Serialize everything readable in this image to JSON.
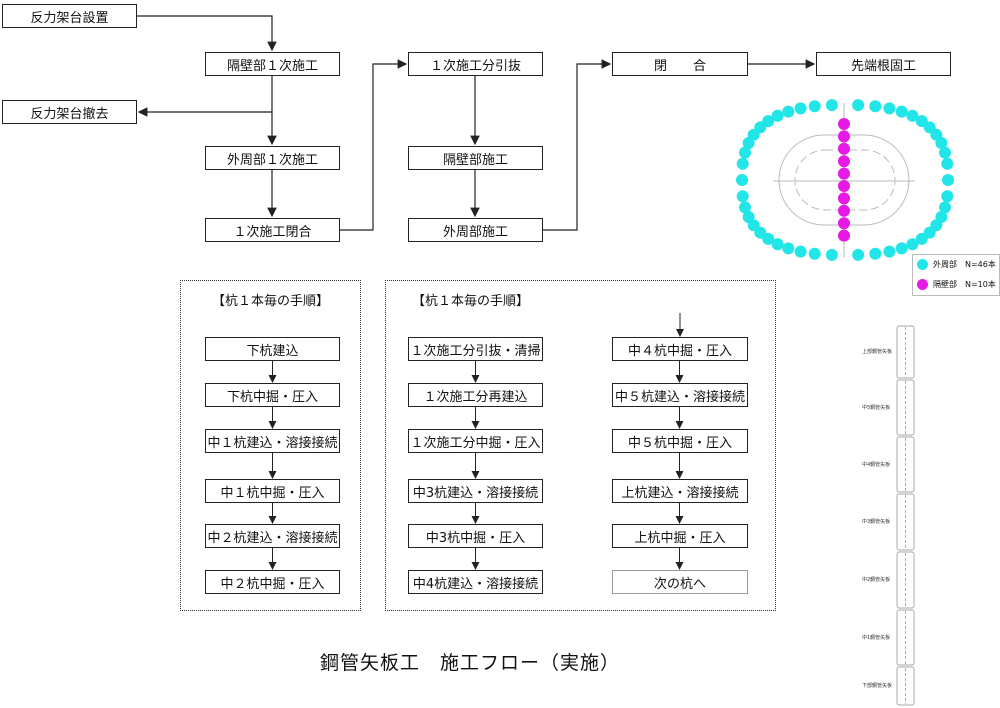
{
  "flow": {
    "reaction_setup": "反力架台設置",
    "partition_first": "隔壁部１次施工",
    "reaction_remove": "反力架台撤去",
    "outer_first": "外周部１次施工",
    "first_close": "１次施工閉合",
    "first_pull": "１次施工分引抜",
    "partition": "隔壁部施工",
    "outer": "外周部施工",
    "close": "閉　　合",
    "tip_fix": "先端根固工"
  },
  "left_panel": {
    "header": "【杭１本毎の手順】",
    "steps": [
      "下杭建込",
      "下杭中掘・圧入",
      "中１杭建込・溶接接続",
      "中１杭中掘・圧入",
      "中２杭建込・溶接接続",
      "中２杭中掘・圧入"
    ]
  },
  "right_panel": {
    "header": "【杭１本毎の手順】",
    "col1": [
      "１次施工分引抜・清掃",
      "１次施工分再建込",
      "１次施工分中掘・圧入",
      "中3杭建込・溶接接続",
      "中3杭中掘・圧入",
      "中4杭建込・溶接接続"
    ],
    "col2": [
      "中４杭中掘・圧入",
      "中５杭建込・溶接接続",
      "中５杭中掘・圧入",
      "上杭建込・溶接接続",
      "上杭中掘・圧入",
      "次の杭へ"
    ]
  },
  "plan": {
    "outer_count": 46,
    "partition_count": 10,
    "outer_color": "#22e5e8",
    "partition_color": "#e619e6",
    "legend": [
      {
        "label": "外周部　N=46本"
      },
      {
        "label": "隔壁部　N=10本"
      }
    ]
  },
  "pile_segments": [
    "上部鋼管矢板",
    "中5鋼管矢板",
    "中4鋼管矢板",
    "中3鋼管矢板",
    "中2鋼管矢板",
    "中1鋼管矢板",
    "下部鋼管矢板"
  ],
  "title": "鋼管矢板工　施工フロー（実施）"
}
